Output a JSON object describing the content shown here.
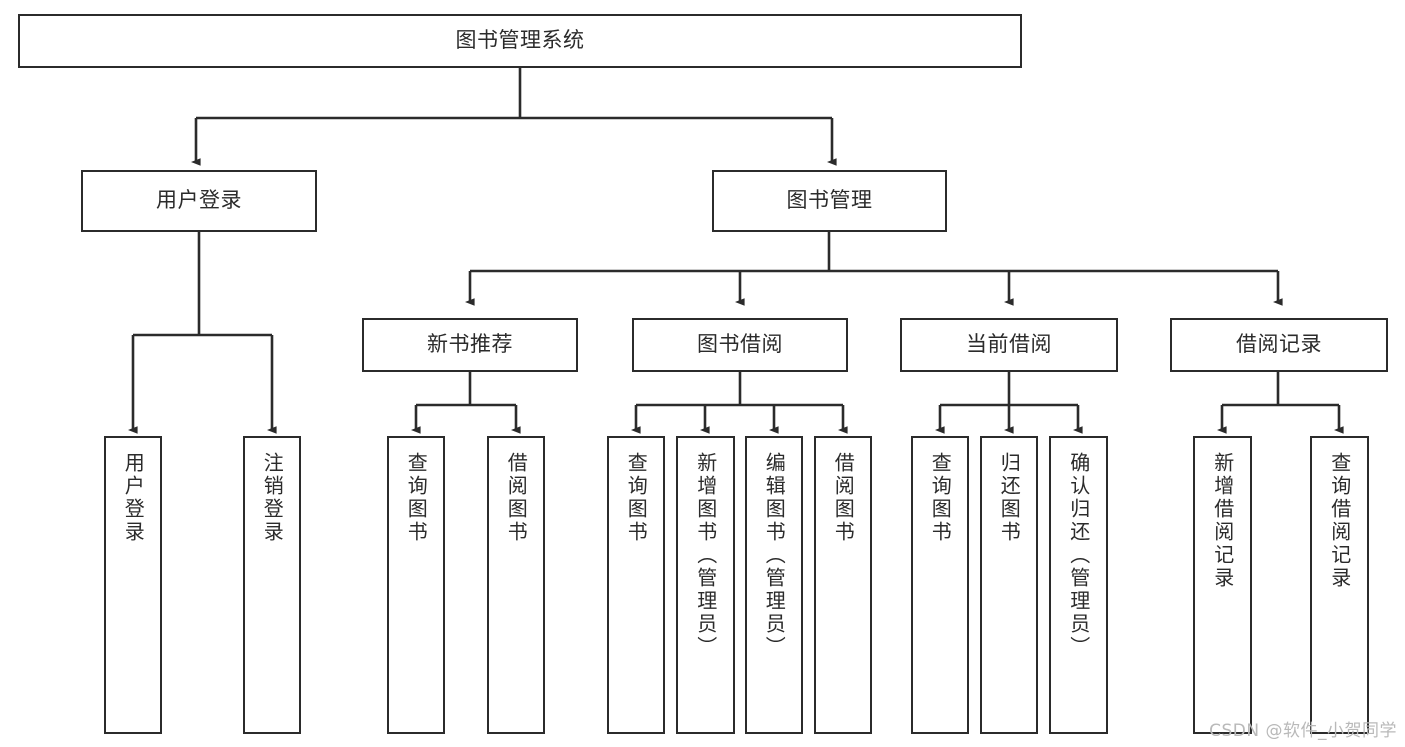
{
  "diagram": {
    "type": "tree",
    "title": "图书管理系统",
    "root": {
      "label": "图书管理系统"
    },
    "level2": [
      {
        "label": "用户登录"
      },
      {
        "label": "图书管理"
      }
    ],
    "level3": [
      {
        "label": "新书推荐"
      },
      {
        "label": "图书借阅"
      },
      {
        "label": "当前借阅"
      },
      {
        "label": "借阅记录"
      }
    ],
    "leaves": {
      "user_login": [
        {
          "label": "用户登录"
        },
        {
          "label": "注销登录"
        }
      ],
      "new_book": [
        {
          "label": "查询图书"
        },
        {
          "label": "借阅图书"
        }
      ],
      "book_borrow": [
        {
          "label": "查询图书"
        },
        {
          "label": "新增图书（管理员）"
        },
        {
          "label": "编辑图书（管理员）"
        },
        {
          "label": "借阅图书"
        }
      ],
      "current_borrow": [
        {
          "label": "查询图书"
        },
        {
          "label": "归还图书"
        },
        {
          "label": "确认归还（管理员）"
        }
      ],
      "borrow_record": [
        {
          "label": "新增借阅记录"
        },
        {
          "label": "查询借阅记录"
        }
      ]
    }
  },
  "watermark": {
    "text": "CSDN @软件_小贺同学"
  },
  "colors": {
    "stroke": "#2b2b2b",
    "background": "#ffffff",
    "text": "#2b2b2b",
    "watermark": "#b9b9b9"
  }
}
